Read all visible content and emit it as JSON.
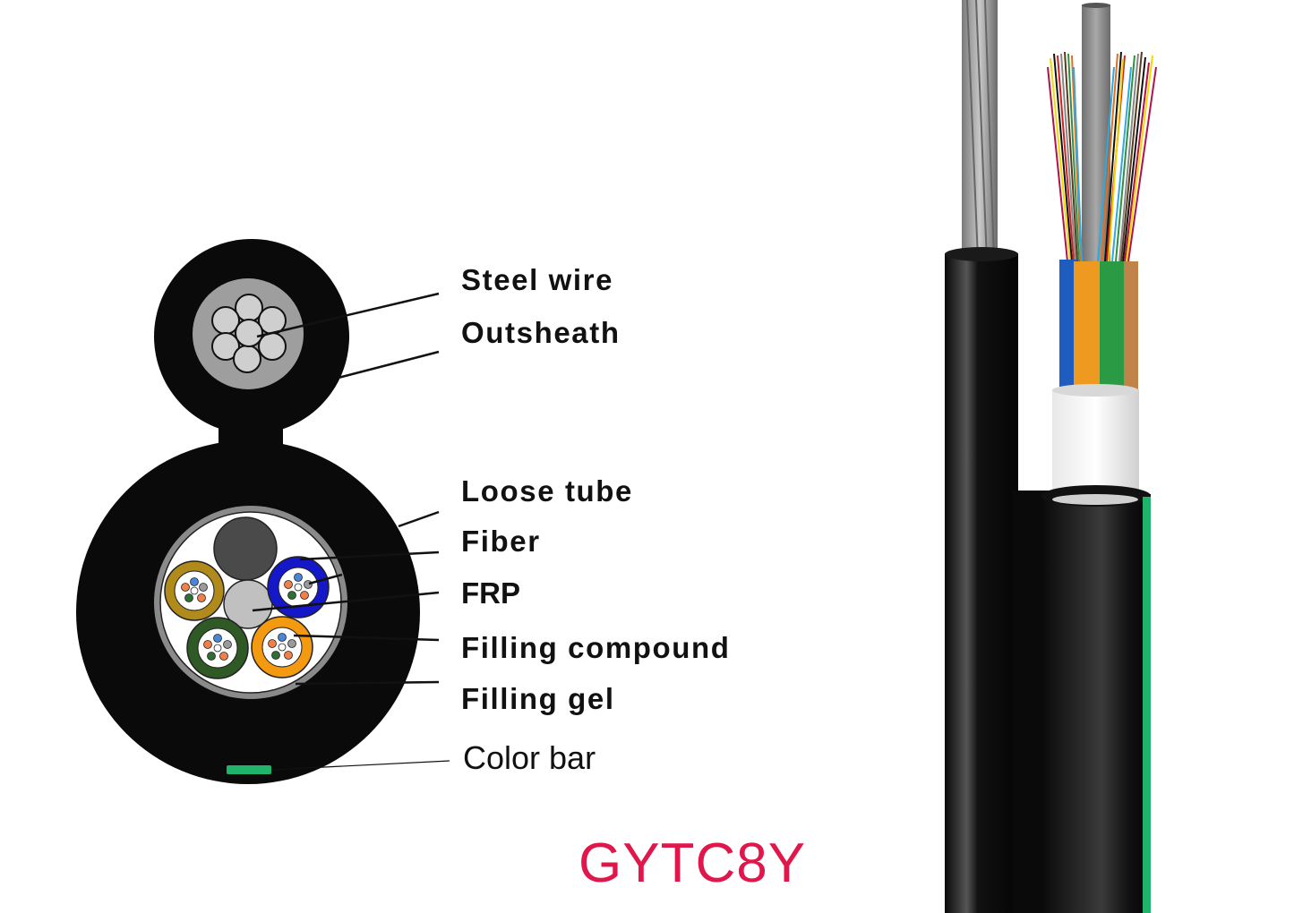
{
  "diagram": {
    "title": "GYTC8Y",
    "title_color": "#e0174a",
    "labels": {
      "steel_wire": "Steel  wire",
      "outsheath": "Outsheath",
      "loose_tube": "Loose tube",
      "fiber": "Fiber",
      "frp": "FRP",
      "filling_compound": "Filling compound",
      "filling_gel": "Filling gel",
      "color_bar": "Color bar"
    },
    "colors": {
      "sheath": "#0a0a0a",
      "steel": "#c8c8c8",
      "steel_bed": "#9e9e9e",
      "frp": "#c0c0c0",
      "filler_rod": "#4a4a4a",
      "color_bar": "#1fb36b",
      "loose_tubes": [
        "#b08a1a",
        "#1418c8",
        "#2f5a25",
        "#f49a10"
      ],
      "fibers": [
        "#4a86d8",
        "#9a9a9a",
        "#f08048",
        "#f08048",
        "#2f6e35",
        "#ffffff"
      ]
    },
    "cross_section": {
      "messenger": "Steel wire strand (7 wires) in black outsheath",
      "core_tubes": 4,
      "fibers_per_tube": 6,
      "filler_rods": 1,
      "central_member": "FRP"
    },
    "side_view": {
      "components": [
        "Steel wire strand",
        "Outsheath",
        "Loose tubes (blue, orange, green, brown)",
        "Colored fibers",
        "Central strength member",
        "White wrap",
        "Color bar stripe"
      ]
    }
  }
}
